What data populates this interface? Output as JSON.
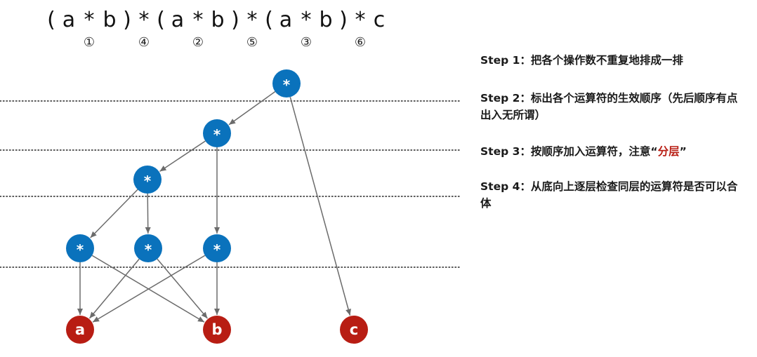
{
  "expression": {
    "tokens": [
      "(",
      "a",
      "*",
      "b",
      ")",
      "*",
      "(",
      "a",
      "*",
      "b",
      ")",
      "*",
      "(",
      "a",
      "*",
      "b",
      ")",
      "*",
      "c"
    ],
    "order_marks": [
      "①",
      "④",
      "②",
      "⑤",
      "③",
      "⑥"
    ]
  },
  "tree": {
    "nodes": [
      {
        "id": "op1",
        "label": "*",
        "kind": "operator"
      },
      {
        "id": "op2",
        "label": "*",
        "kind": "operator"
      },
      {
        "id": "op3",
        "label": "*",
        "kind": "operator"
      },
      {
        "id": "op4",
        "label": "*",
        "kind": "operator"
      },
      {
        "id": "op5",
        "label": "*",
        "kind": "operator"
      },
      {
        "id": "op6",
        "label": "*",
        "kind": "operator"
      },
      {
        "id": "a",
        "label": "a",
        "kind": "operand"
      },
      {
        "id": "b",
        "label": "b",
        "kind": "operand"
      },
      {
        "id": "c",
        "label": "c",
        "kind": "operand"
      }
    ],
    "edges": [
      [
        "op1",
        "op2"
      ],
      [
        "op1",
        "c"
      ],
      [
        "op2",
        "op3"
      ],
      [
        "op2",
        "op6"
      ],
      [
        "op3",
        "op4"
      ],
      [
        "op3",
        "op5"
      ],
      [
        "op4",
        "a"
      ],
      [
        "op4",
        "b"
      ],
      [
        "op5",
        "a"
      ],
      [
        "op5",
        "b"
      ],
      [
        "op6",
        "a"
      ],
      [
        "op6",
        "b"
      ]
    ]
  },
  "steps": [
    {
      "label": "Step 1：",
      "text": "把各个操作数不重复地排成一排"
    },
    {
      "label": "Step 2：",
      "text": "标出各个运算符的生效顺序（先后顺序有点出入无所谓）"
    },
    {
      "label": "Step 3：",
      "text": "按顺序加入运算符，注意“",
      "highlight": "分层",
      "text_after": "”"
    },
    {
      "label": "Step 4：",
      "text": "从底向上逐层检查同层的运算符是否可以合体"
    }
  ],
  "colors": {
    "operator_fill": "#0a72bc",
    "operand_fill": "#b81d13",
    "edge": "#6b6b6b",
    "highlight": "#b81d13"
  }
}
